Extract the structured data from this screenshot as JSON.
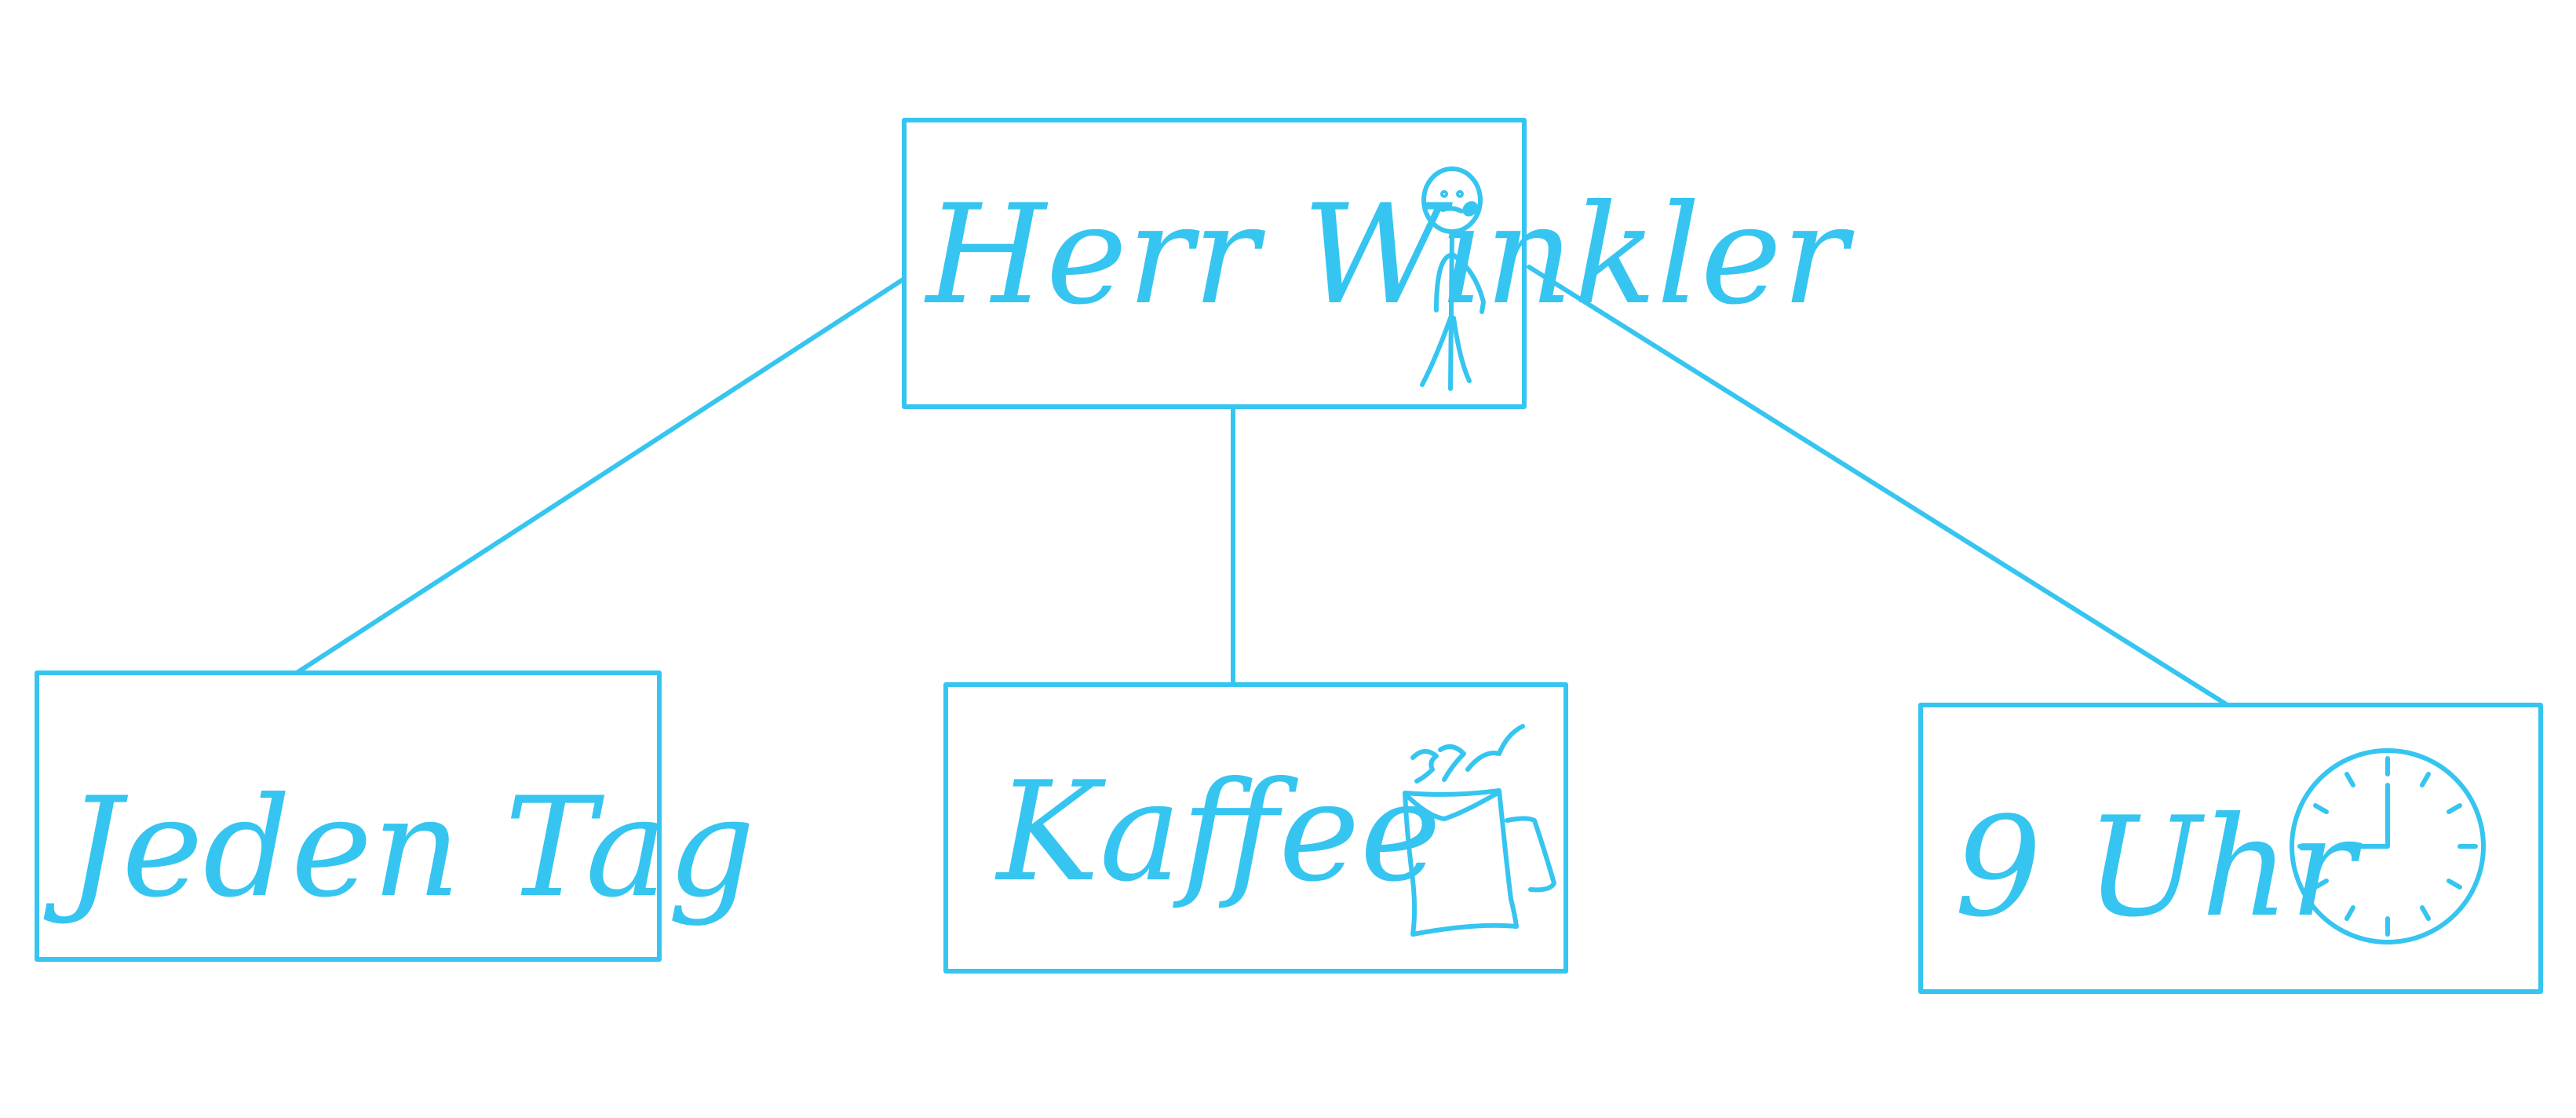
{
  "colors": {
    "stroke": "#36c5f0",
    "background": "#ffffff"
  },
  "nodes": {
    "root": {
      "label": "Herr Winkler",
      "icon": "stick-figure-icon"
    },
    "left": {
      "label": "Jeden Tag"
    },
    "middle": {
      "label": "Kaffee",
      "icon": "coffee-cup-icon"
    },
    "right": {
      "label": "9 Uhr",
      "icon": "clock-icon"
    }
  }
}
